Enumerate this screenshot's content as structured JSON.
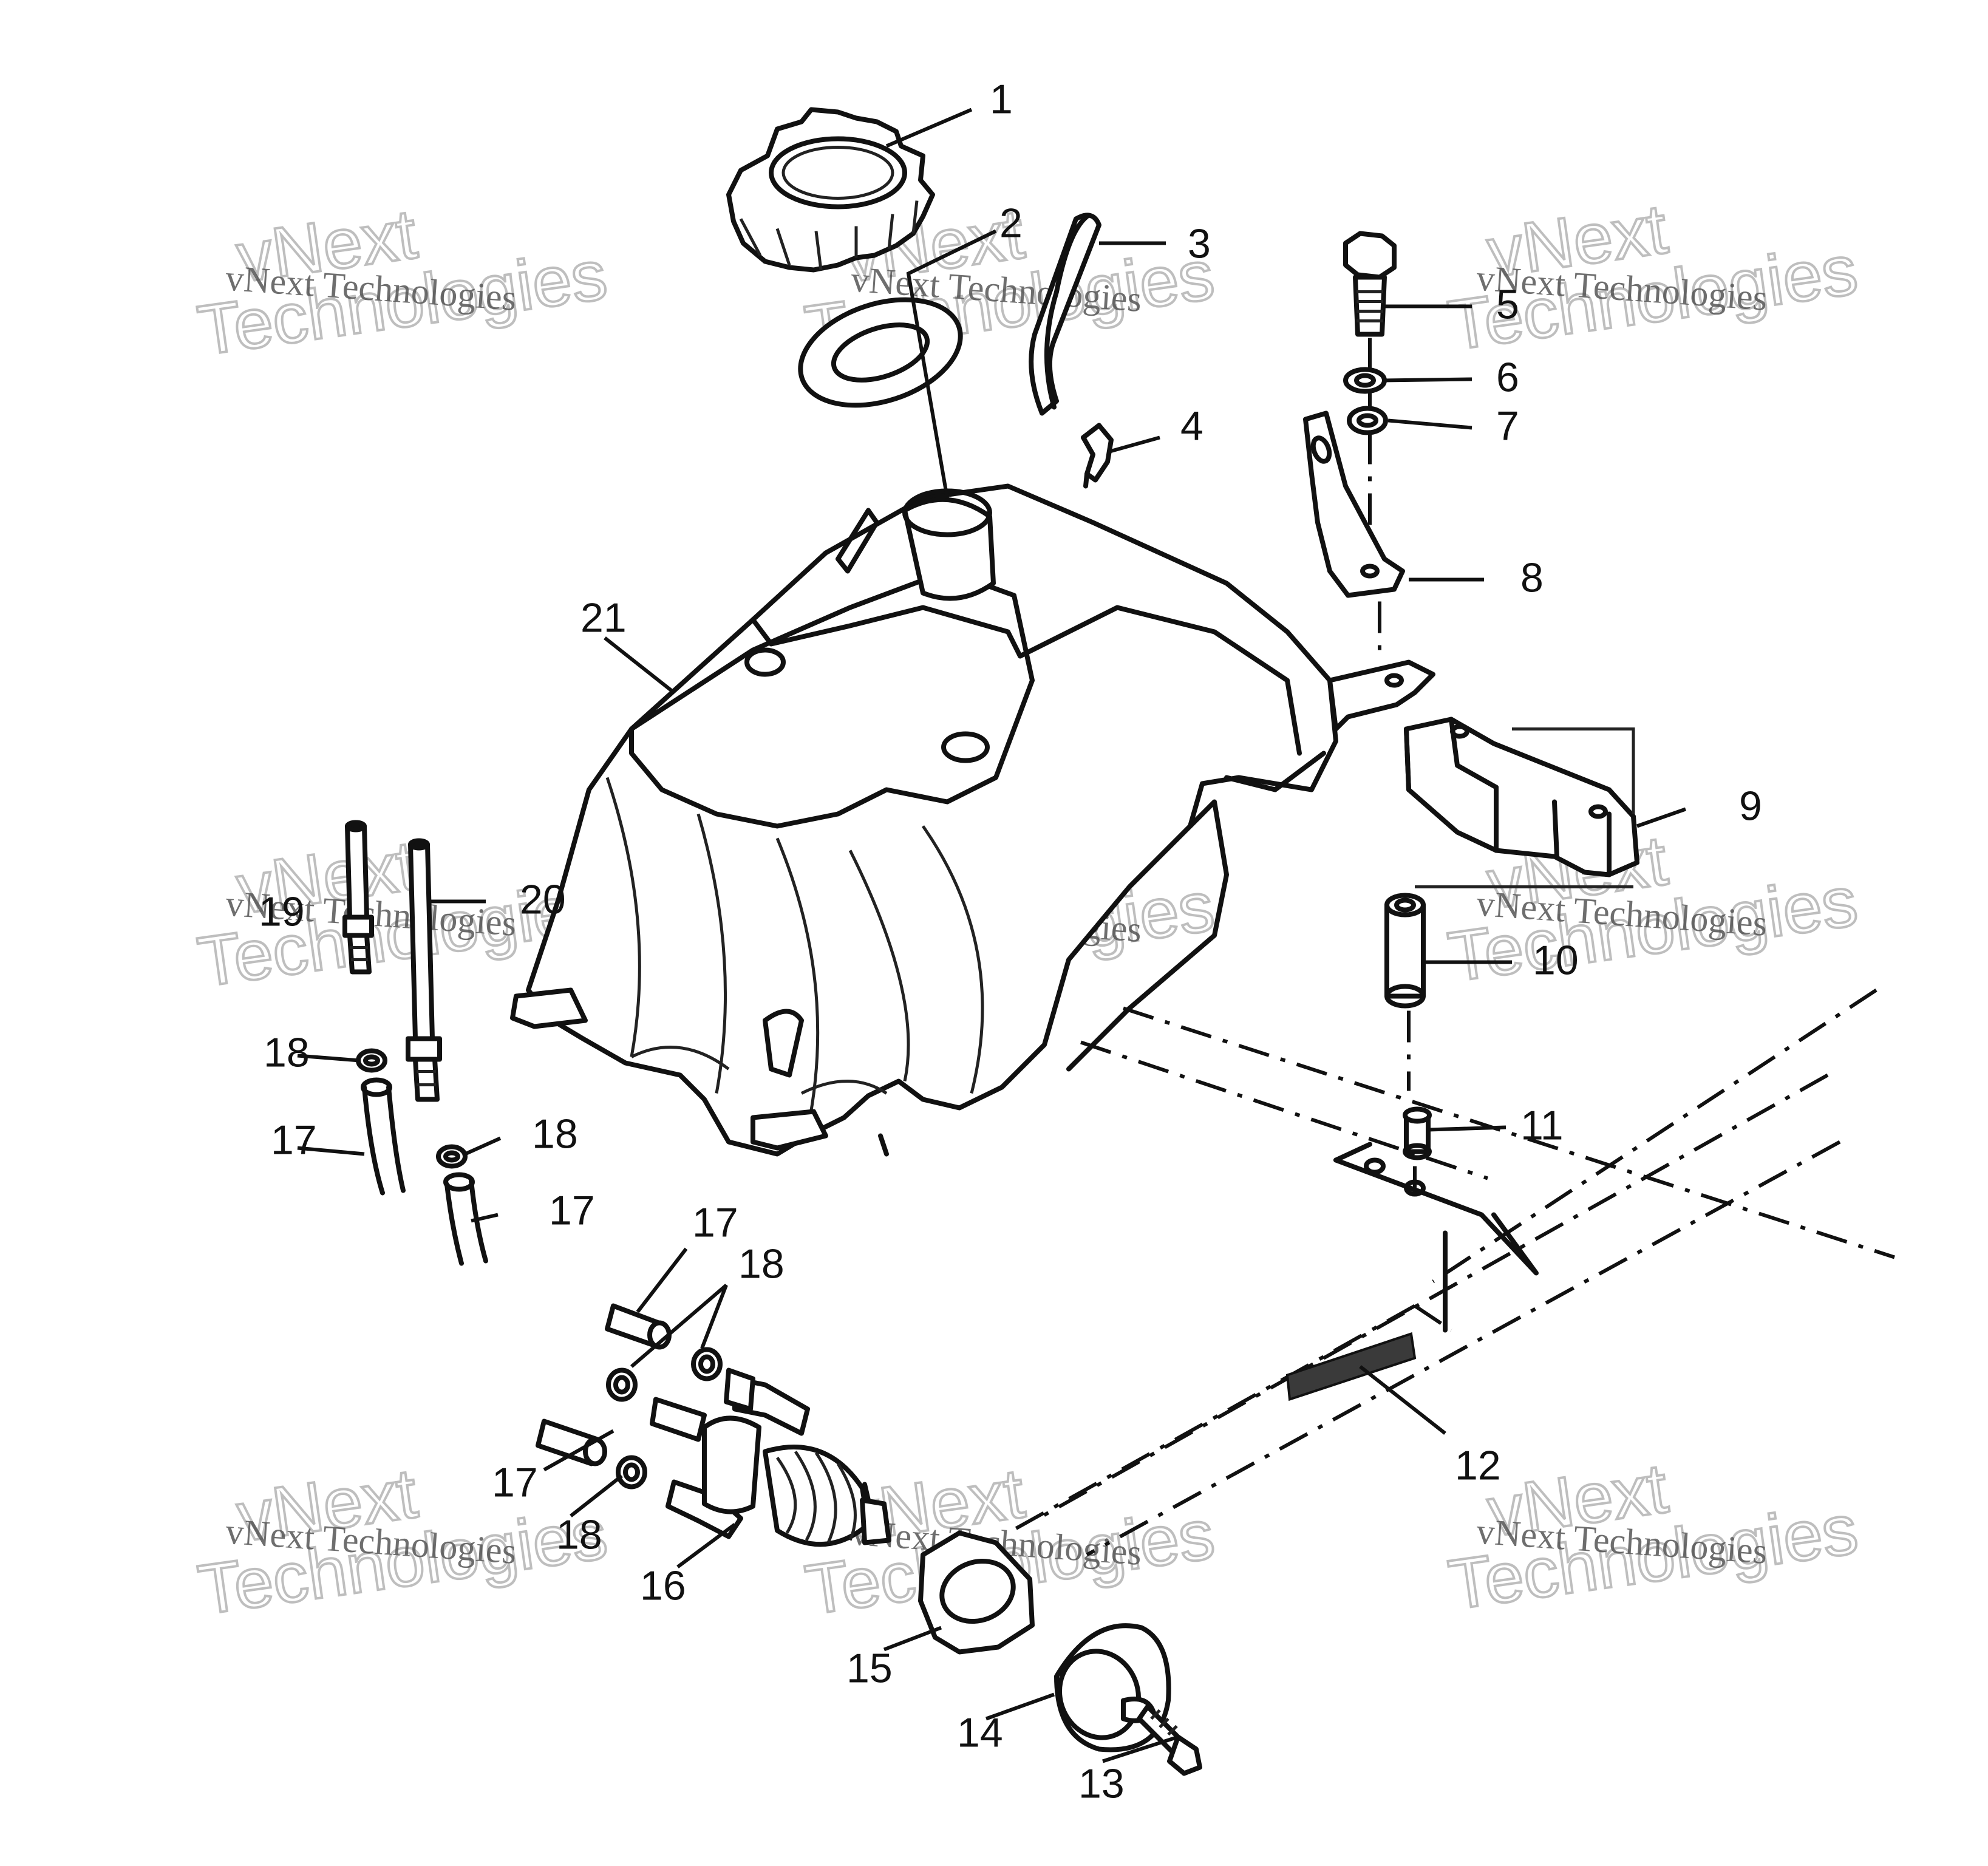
{
  "callouts": [
    {
      "id": "c1",
      "label": "1"
    },
    {
      "id": "c2",
      "label": "2"
    },
    {
      "id": "c3",
      "label": "3"
    },
    {
      "id": "c4",
      "label": "4"
    },
    {
      "id": "c5",
      "label": "5"
    },
    {
      "id": "c6",
      "label": "6"
    },
    {
      "id": "c7",
      "label": "7"
    },
    {
      "id": "c8",
      "label": "8"
    },
    {
      "id": "c9",
      "label": "9"
    },
    {
      "id": "c10",
      "label": "10"
    },
    {
      "id": "c11",
      "label": "11"
    },
    {
      "id": "c12",
      "label": "12"
    },
    {
      "id": "c13",
      "label": "13"
    },
    {
      "id": "c14",
      "label": "14"
    },
    {
      "id": "c15",
      "label": "15"
    },
    {
      "id": "c16",
      "label": "16"
    },
    {
      "id": "c17a",
      "label": "17"
    },
    {
      "id": "c17b",
      "label": "17"
    },
    {
      "id": "c17c",
      "label": "17"
    },
    {
      "id": "c17d",
      "label": "17"
    },
    {
      "id": "c18a",
      "label": "18"
    },
    {
      "id": "c18b",
      "label": "18"
    },
    {
      "id": "c18c",
      "label": "18"
    },
    {
      "id": "c18d",
      "label": "18"
    },
    {
      "id": "c19",
      "label": "19"
    },
    {
      "id": "c20",
      "label": "20"
    },
    {
      "id": "c21",
      "label": "21"
    }
  ],
  "watermark": {
    "small": "vNext Technologies",
    "line1": "vNext",
    "line2": "Technologies"
  }
}
